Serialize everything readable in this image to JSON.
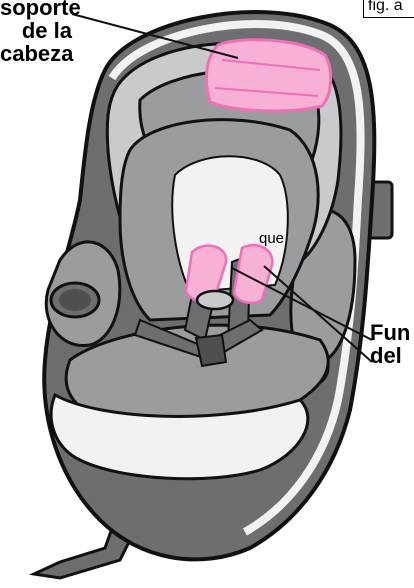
{
  "labels": {
    "headrest_lines": [
      "soporte",
      "de la",
      "cabeza"
    ],
    "cover_lines": [
      "Fun",
      "del"
    ],
    "figure_tag": "fig. a",
    "fragment": "que"
  },
  "colors": {
    "pink": "#f06fb8",
    "pink_light": "#f7b0d6",
    "gray_dark": "#6d6e70",
    "gray_mid": "#9b9c9e",
    "gray_light": "#c9cacb",
    "outline": "#111111"
  }
}
